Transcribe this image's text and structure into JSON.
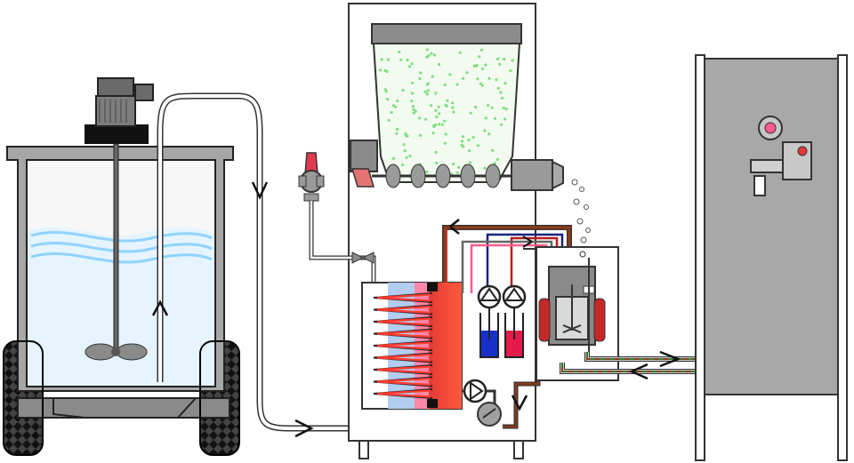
{
  "diagram": {
    "labels": [],
    "components": [
      {
        "name": "mixing-tank",
        "icon": "tank-icon"
      },
      {
        "name": "agitator",
        "icon": "propeller-icon"
      },
      {
        "name": "agitator-motor",
        "icon": "motor-icon"
      },
      {
        "name": "transport-cart-wheels",
        "icon": "tire-icon"
      },
      {
        "name": "transfer-hose",
        "icon": "hose-icon"
      },
      {
        "name": "ingredient-hopper",
        "icon": "hopper-icon"
      },
      {
        "name": "screw-conveyor",
        "icon": "auger-icon"
      },
      {
        "name": "conveyor-motor",
        "icon": "motor-icon"
      },
      {
        "name": "feed-valve",
        "icon": "valve-icon"
      },
      {
        "name": "heat-exchanger-coil",
        "icon": "coil-icon"
      },
      {
        "name": "dye-reservoir-blue",
        "icon": "beaker-icon"
      },
      {
        "name": "dye-reservoir-red",
        "icon": "beaker-icon"
      },
      {
        "name": "mixing-chamber",
        "icon": "chamber-icon"
      },
      {
        "name": "circulation-pumps",
        "icon": "pump-icon"
      },
      {
        "name": "dispensing-cabinet",
        "icon": "cabinet-icon"
      }
    ],
    "colors": {
      "metal": "#a9a9a9",
      "metal_dark": "#7a7a7a",
      "liquid": "#dff0ff",
      "liquid_wave": "#9fd8ff",
      "hot": "#ff3b30",
      "cold": "#1565c0",
      "pink": "#ff5c8a",
      "green_line": "#2e7d32",
      "brown_line": "#8b3a1a",
      "seed": "#7fe07f"
    }
  }
}
